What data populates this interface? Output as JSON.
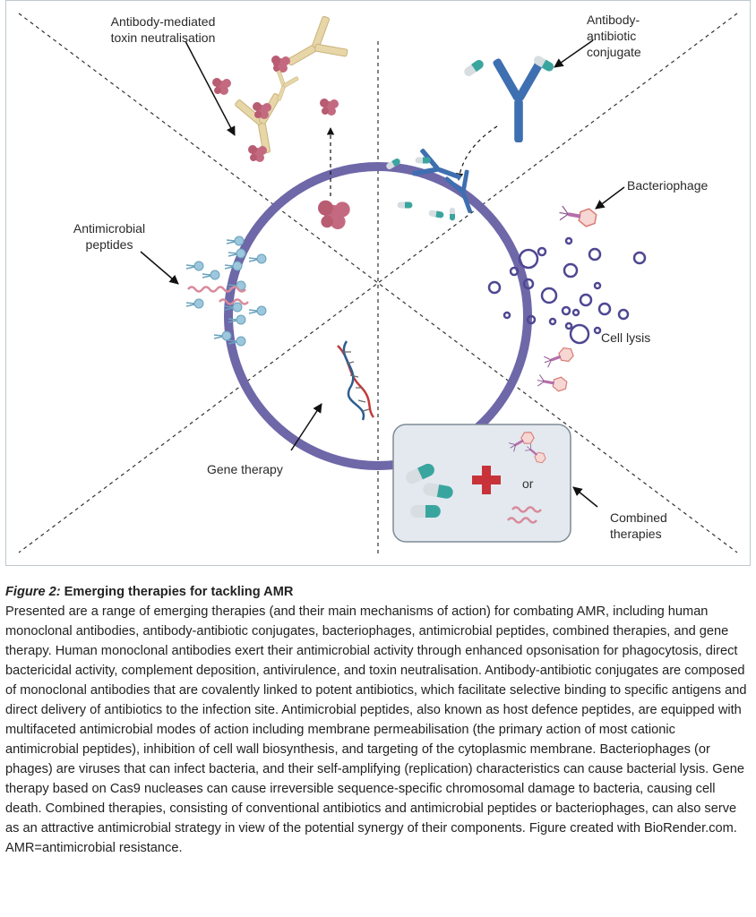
{
  "figure": {
    "labels": {
      "toxin_neutralisation": "Antibody-mediated toxin neutralisation",
      "conjugate": "Antibody-antibiotic conjugate",
      "bacteriophage": "Bacteriophage",
      "antimicrobial_peptides": "Antimicrobial peptides",
      "cell_lysis": "Cell lysis",
      "gene_therapy": "Gene therapy",
      "or": "or",
      "combined_therapies": "Combined therapies"
    },
    "colors": {
      "membrane": "#6e67a8",
      "antibody_blue": "#3e6fb0",
      "antibody_tan": "#e7d6a8",
      "toxin_pink": "#c46a80",
      "capsule_teal": "#3aa59f",
      "capsule_grey": "#d7dde0",
      "peptide_blue": "#9cc7dc",
      "phage_pink": "#e59a96",
      "combined_box": "#e3e9ef",
      "red_cross": "#c8333a"
    },
    "icons": [
      "antibody-icon",
      "toxin-icon",
      "capsule-icon",
      "bacteriophage-icon",
      "dna-icon",
      "peptide-icon",
      "red-cross-icon"
    ]
  },
  "caption": {
    "figure_label": "Figure 2:",
    "title": " Emerging therapies for tackling AMR",
    "body": "Presented are a range of emerging therapies (and their main mechanisms of action) for combating AMR, including human monoclonal antibodies, antibody-antibiotic conjugates, bacteriophages, antimicrobial peptides, combined therapies, and gene therapy. Human monoclonal antibodies exert their antimicrobial activity through enhanced opsonisation for phagocytosis, direct bactericidal activity, complement deposition, antivirulence, and toxin neutralisation. Antibody-antibiotic conjugates are composed of monoclonal antibodies that are covalently linked to potent antibiotics, which facilitate selective binding to specific antigens and direct delivery of antibiotics to the infection site. Antimicrobial peptides, also known as host defence peptides, are equipped with multifaceted antimicrobial modes of action including membrane permeabilisation (the primary action of most cationic antimicrobial peptides), inhibition of cell wall biosynthesis, and targeting of the cytoplasmic membrane. Bacteriophages (or phages) are viruses that can infect bacteria, and their self-amplifying (replication) characteristics can cause bacterial lysis. Gene therapy based on Cas9 nucleases can cause irreversible sequence-specific chromosomal damage to bacteria, causing cell death. Combined therapies, consisting of conventional antibiotics and antimicrobial peptides or bacteriophages, can also serve as an attractive antimicrobial strategy in view of the potential synergy of their components. Figure created with BioRender.com. AMR=antimicrobial resistance."
  }
}
